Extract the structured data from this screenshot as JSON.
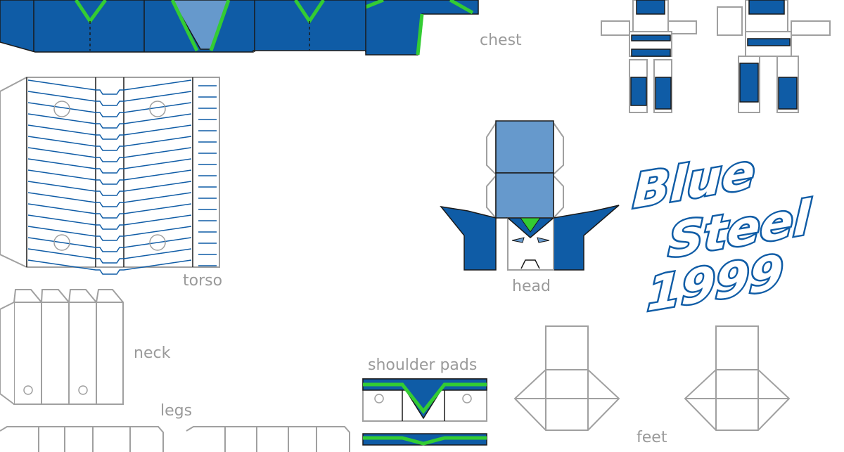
{
  "labels": {
    "chest": "chest",
    "torso": "torso",
    "head": "head",
    "neck": "neck",
    "legs": "legs",
    "shoulder_pads": "shoulder pads",
    "feet": "feet"
  },
  "logo": {
    "line1": "Blue",
    "line2": "Steel",
    "line3": "1999"
  },
  "colors": {
    "dark_blue": "#0f5ca6",
    "light_blue": "#6699cc",
    "green": "#33cc33",
    "outline": "#a0a0a0",
    "label": "#9a9a9a"
  }
}
